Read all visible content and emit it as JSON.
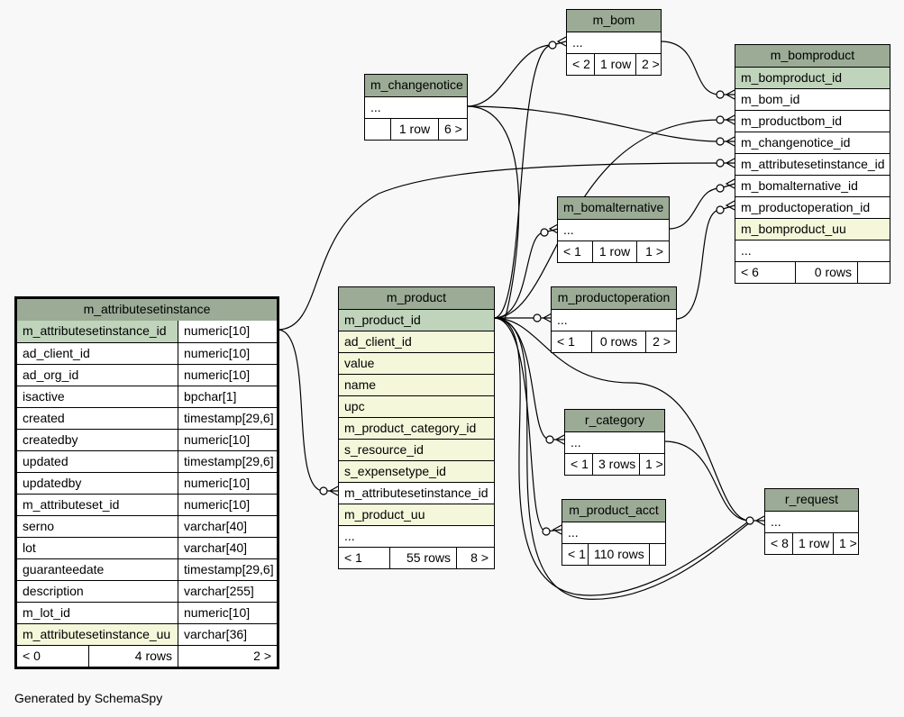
{
  "diagram": {
    "generated_by": "Generated by SchemaSpy",
    "ellipsis": "...",
    "tables": {
      "m_bom": {
        "name": "m_bom",
        "footer": [
          "< 2",
          "1 row",
          "2 >"
        ]
      },
      "m_changenotice": {
        "name": "m_changenotice",
        "footer": [
          "",
          "1 row",
          "6 >"
        ]
      },
      "m_bomproduct": {
        "name": "m_bomproduct",
        "pk": "m_bomproduct_id",
        "columns": [
          "m_bom_id",
          "m_productbom_id",
          "m_changenotice_id",
          "m_attributesetinstance_id",
          "m_bomalternative_id",
          "m_productoperation_id"
        ],
        "index_col": "m_bomproduct_uu",
        "footer": [
          "< 6",
          "0 rows",
          ""
        ]
      },
      "m_bomalternative": {
        "name": "m_bomalternative",
        "footer": [
          "< 1",
          "1 row",
          "1 >"
        ]
      },
      "m_productoperation": {
        "name": "m_productoperation",
        "footer": [
          "< 1",
          "0 rows",
          "2 >"
        ]
      },
      "m_product": {
        "name": "m_product",
        "pk": "m_product_id",
        "index_cols": [
          "ad_client_id",
          "value",
          "name",
          "upc",
          "m_product_category_id",
          "s_resource_id",
          "s_expensetype_id"
        ],
        "fk_col": "m_attributesetinstance_id",
        "index_col2": "m_product_uu",
        "footer": [
          "< 1",
          "55 rows",
          "8 >"
        ]
      },
      "m_attributesetinstance": {
        "name": "m_attributesetinstance",
        "rows": [
          [
            "m_attributesetinstance_id",
            "numeric[10]"
          ],
          [
            "ad_client_id",
            "numeric[10]"
          ],
          [
            "ad_org_id",
            "numeric[10]"
          ],
          [
            "isactive",
            "bpchar[1]"
          ],
          [
            "created",
            "timestamp[29,6]"
          ],
          [
            "createdby",
            "numeric[10]"
          ],
          [
            "updated",
            "timestamp[29,6]"
          ],
          [
            "updatedby",
            "numeric[10]"
          ],
          [
            "m_attributeset_id",
            "numeric[10]"
          ],
          [
            "serno",
            "varchar[40]"
          ],
          [
            "lot",
            "varchar[40]"
          ],
          [
            "guaranteedate",
            "timestamp[29,6]"
          ],
          [
            "description",
            "varchar[255]"
          ],
          [
            "m_lot_id",
            "numeric[10]"
          ],
          [
            "m_attributesetinstance_uu",
            "varchar[36]"
          ]
        ],
        "footer": [
          "< 0",
          "4 rows",
          "2 >"
        ]
      },
      "r_category": {
        "name": "r_category",
        "footer": [
          "< 1",
          "3 rows",
          "1 >"
        ]
      },
      "m_product_acct": {
        "name": "m_product_acct",
        "footer": [
          "< 1",
          "110 rows",
          ""
        ]
      },
      "r_request": {
        "name": "r_request",
        "footer": [
          "< 8",
          "1 row",
          "1 >"
        ]
      }
    }
  }
}
